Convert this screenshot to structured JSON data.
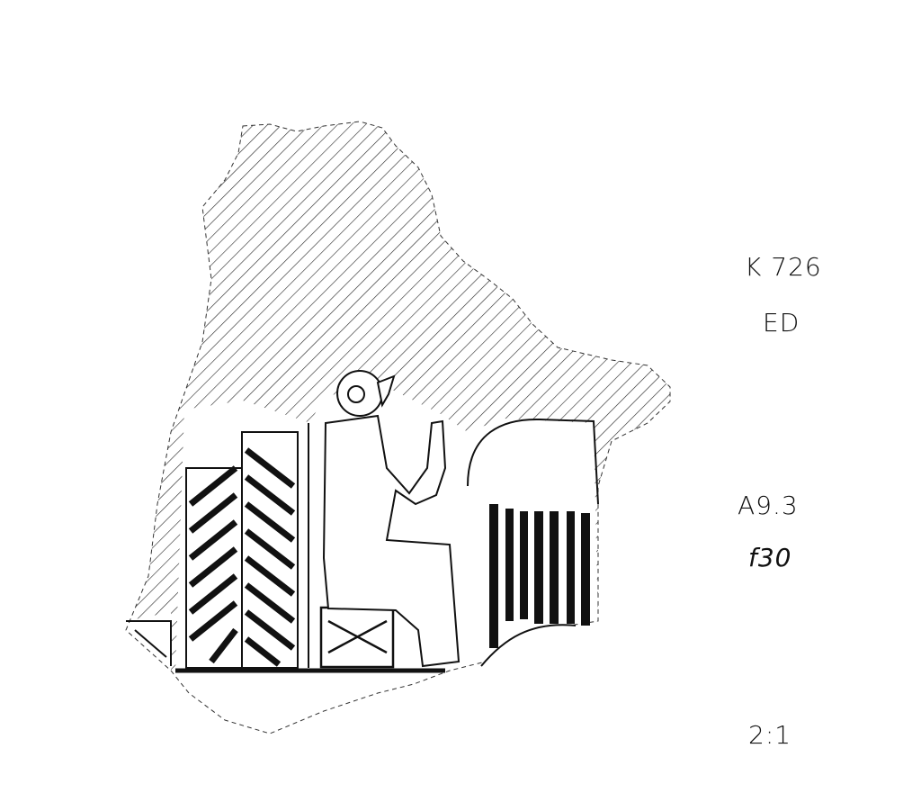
{
  "labels": {
    "catalogue_number": "K 726",
    "period": "ED",
    "reference": "A9.3",
    "figure_number": "f30",
    "scale": "2:1"
  },
  "colors": {
    "ink": "#111111",
    "paper": "#ffffff"
  }
}
